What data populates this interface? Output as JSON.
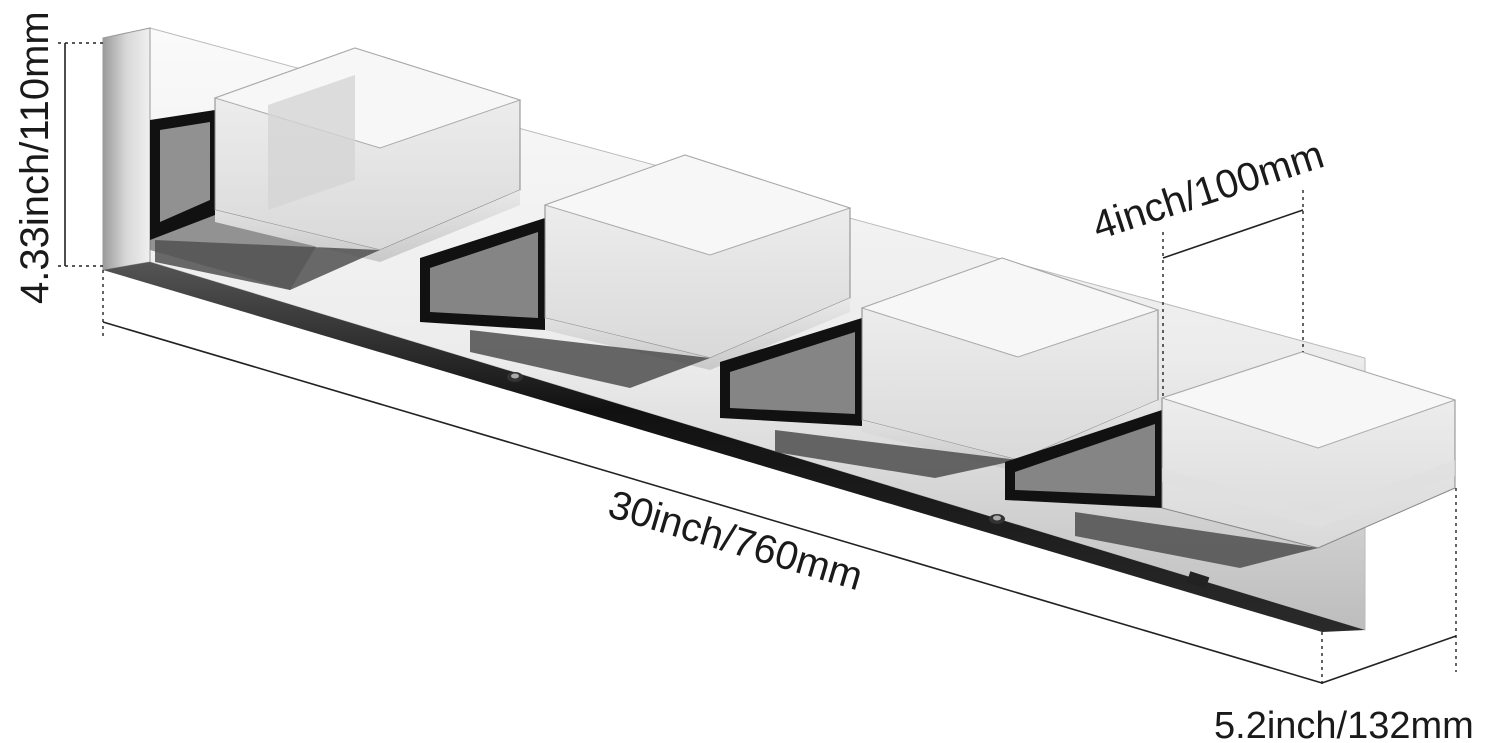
{
  "dimensions": {
    "height": "4.33inch/110mm",
    "shade_width": "4inch/100mm",
    "length": "30inch/760mm",
    "depth": "5.2inch/132mm"
  },
  "colors": {
    "background": "#ffffff",
    "chrome_light": "#f4f4f4",
    "chrome_dark": "#1a1a1a",
    "frosted_glass": "#e6e6e6",
    "text": "#1a1a1a"
  }
}
